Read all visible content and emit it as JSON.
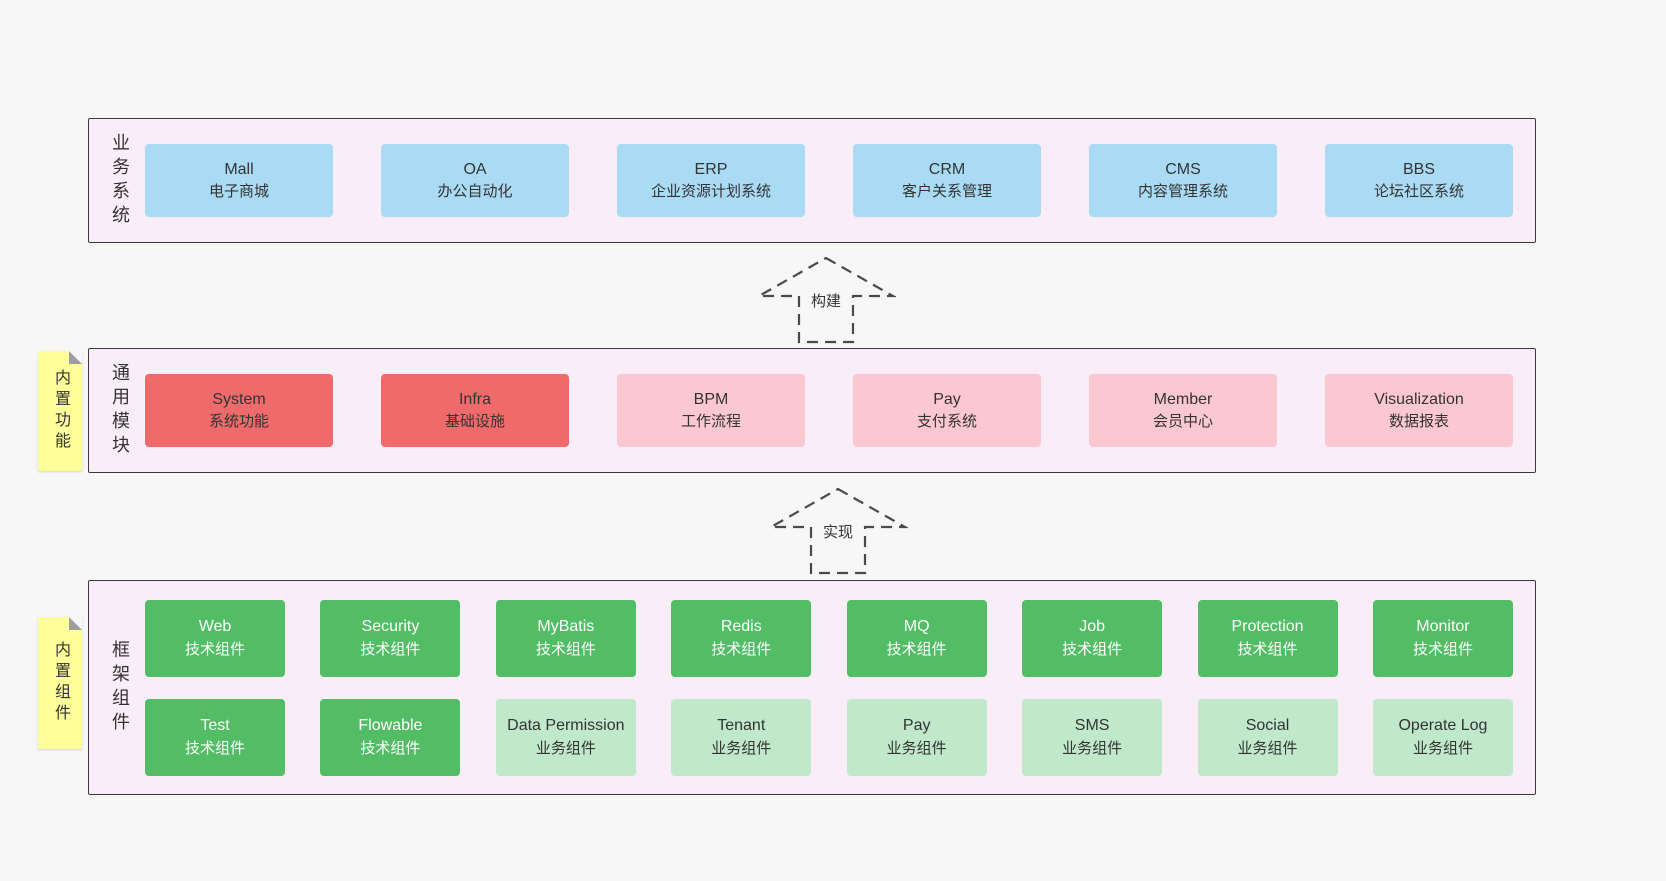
{
  "colors": {
    "page_bg": "#f7f7f7",
    "band_bg": "#f9eef8",
    "band_border": "#3a3a3a",
    "blue_box": "#a9dbf5",
    "red_box": "#ef6b6b",
    "pink_box": "#fbc7d0",
    "green_box": "#53bd66",
    "light_green_box": "#c0e8ca",
    "sticky_yellow": "#feff9b"
  },
  "bands": [
    {
      "label": "业务系统",
      "items": [
        {
          "title": "Mall",
          "subtitle": "电子商城"
        },
        {
          "title": "OA",
          "subtitle": "办公自动化"
        },
        {
          "title": "ERP",
          "subtitle": "企业资源计划系统"
        },
        {
          "title": "CRM",
          "subtitle": "客户关系管理"
        },
        {
          "title": "CMS",
          "subtitle": "内容管理系统"
        },
        {
          "title": "BBS",
          "subtitle": "论坛社区系统"
        }
      ]
    },
    {
      "label": "通用模块",
      "items": [
        {
          "title": "System",
          "subtitle": "系统功能"
        },
        {
          "title": "Infra",
          "subtitle": "基础设施"
        },
        {
          "title": "BPM",
          "subtitle": "工作流程"
        },
        {
          "title": "Pay",
          "subtitle": "支付系统"
        },
        {
          "title": "Member",
          "subtitle": "会员中心"
        },
        {
          "title": "Visualization",
          "subtitle": "数据报表"
        }
      ]
    },
    {
      "label": "框架组件",
      "rows": [
        [
          {
            "title": "Web",
            "subtitle": "技术组件"
          },
          {
            "title": "Security",
            "subtitle": "技术组件"
          },
          {
            "title": "MyBatis",
            "subtitle": "技术组件"
          },
          {
            "title": "Redis",
            "subtitle": "技术组件"
          },
          {
            "title": "MQ",
            "subtitle": "技术组件"
          },
          {
            "title": "Job",
            "subtitle": "技术组件"
          },
          {
            "title": "Protection",
            "subtitle": "技术组件"
          },
          {
            "title": "Monitor",
            "subtitle": "技术组件"
          }
        ],
        [
          {
            "title": "Test",
            "subtitle": "技术组件"
          },
          {
            "title": "Flowable",
            "subtitle": "技术组件"
          },
          {
            "title": "Data Permission",
            "subtitle": "业务组件"
          },
          {
            "title": "Tenant",
            "subtitle": "业务组件"
          },
          {
            "title": "Pay",
            "subtitle": "业务组件"
          },
          {
            "title": "SMS",
            "subtitle": "业务组件"
          },
          {
            "title": "Social",
            "subtitle": "业务组件"
          },
          {
            "title": "Operate Log",
            "subtitle": "业务组件"
          }
        ]
      ]
    }
  ],
  "arrows": [
    {
      "label": "构建"
    },
    {
      "label": "实现"
    }
  ],
  "stickies": [
    {
      "label": "内置功能"
    },
    {
      "label": "内置组件"
    }
  ]
}
